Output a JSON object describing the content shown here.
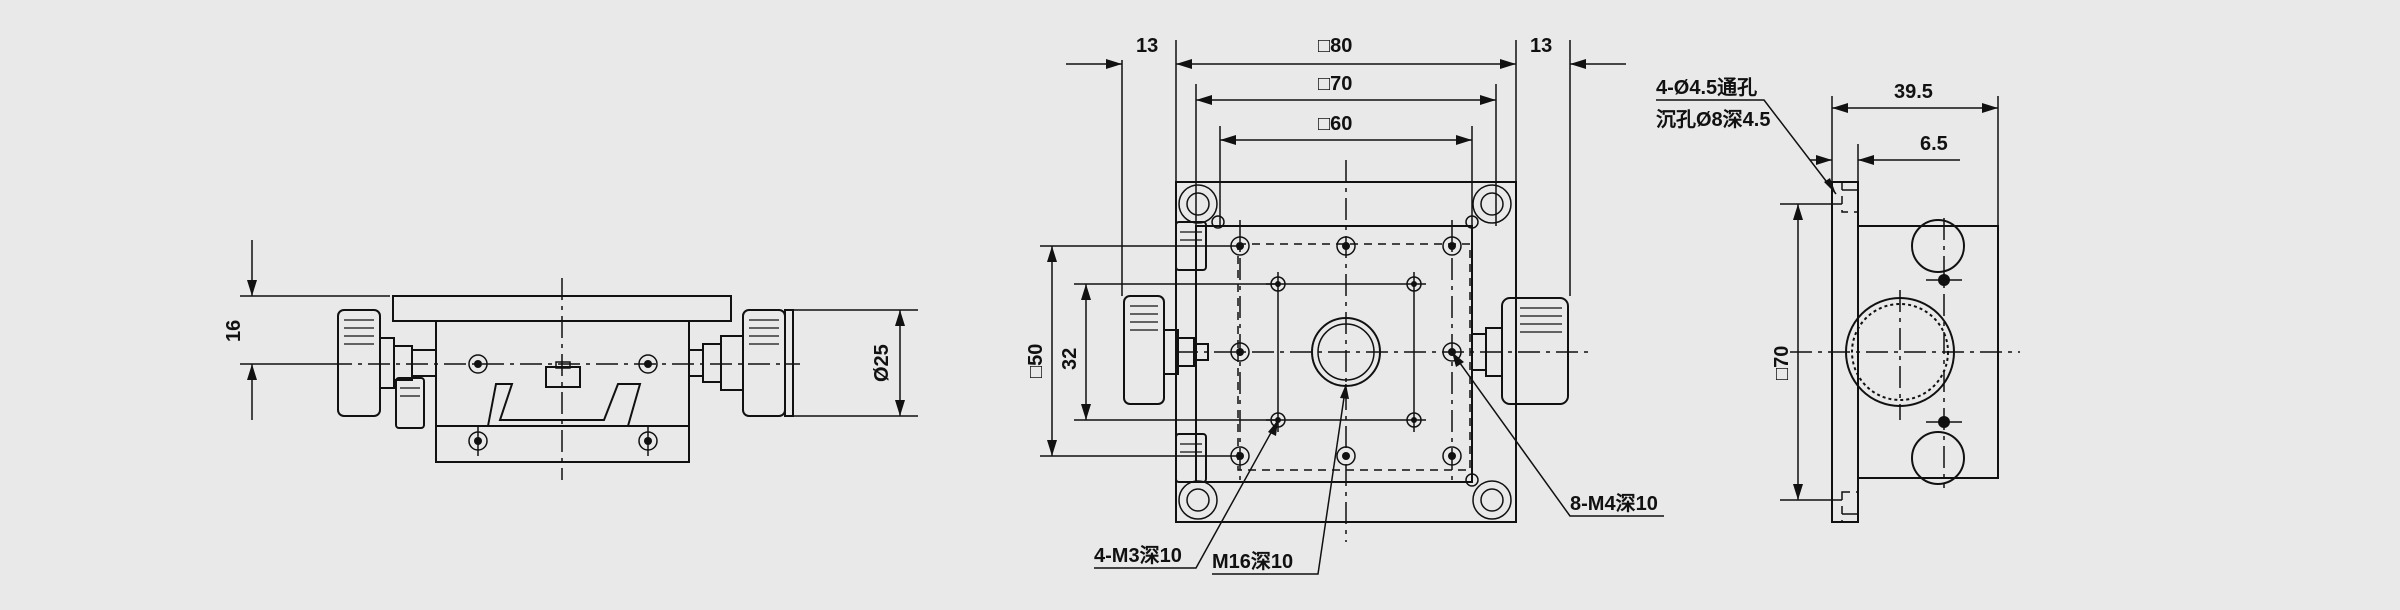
{
  "dimensions": {
    "side_height": "16",
    "side_knob_dia": "Ø25",
    "front_left_gap": "13",
    "front_right_gap": "13",
    "front_outer": "□80",
    "front_mid": "□70",
    "front_inner": "□60",
    "front_h50": "□50",
    "front_h32": "32",
    "right_width": "39.5",
    "right_offset": "6.5",
    "right_height": "□70"
  },
  "callouts": {
    "through_hole": "4-Ø4.5通孔",
    "counterbore": "沉孔Ø8深4.5",
    "m3_holes": "4-M3深10",
    "m16_hole": "M16深10",
    "m4_holes": "8-M4深10"
  }
}
